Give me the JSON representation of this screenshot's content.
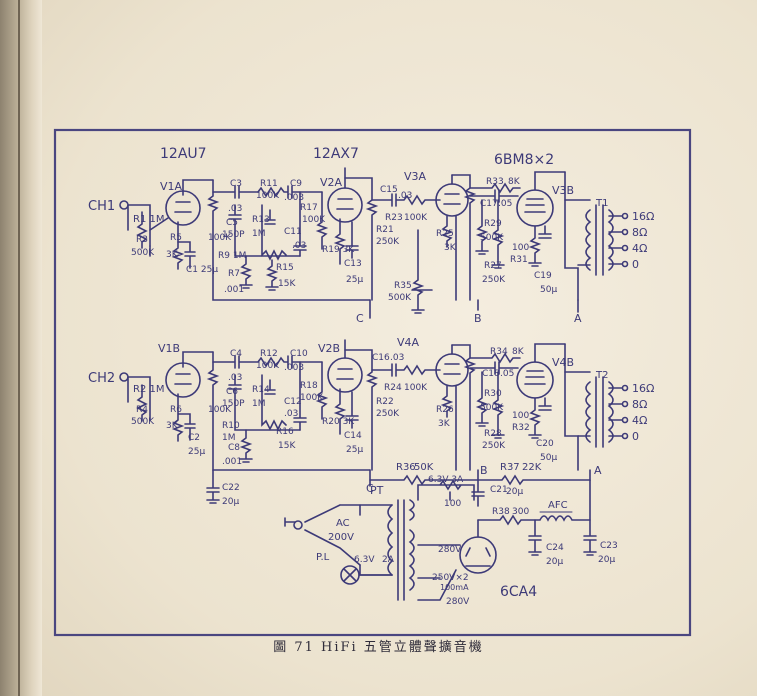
{
  "caption": "圖 71  HiFi 五管立體聲擴音機",
  "colors": {
    "ink": "#3d3a78",
    "paper": "#efe7d6",
    "border": "#4a4680"
  },
  "tubes": {
    "v1": "12AU7",
    "v2": "12AX7",
    "v3": "6BM8×2",
    "rect": "6CA4",
    "v1a": "V1A",
    "v1b": "V1B",
    "v2a": "V2A",
    "v2b": "V2B",
    "v3a": "V3A",
    "v3b": "V3B",
    "v4a": "V4A",
    "v4b": "V4B"
  },
  "inputs": {
    "ch1": "CH1",
    "ch2": "CH2"
  },
  "ch1": {
    "r1": "R1 1M",
    "r3": "R3",
    "r3v": "500K",
    "r5": "R5",
    "r5v": "3K",
    "c1": "C1 25μ",
    "c3": "C3",
    "c3v": ".03",
    "c5": "C5",
    "c5v": "150P",
    "r9": "R9 1M",
    "r7": "R7",
    "r7v": ".001",
    "r11": "R11",
    "r11v": "100K",
    "r13": "R13",
    "r13v": "1M",
    "r15": "R15",
    "r15v": "15K",
    "c9": "C9",
    "c9v": ".003",
    "c11": "C11",
    "c11v": ".03",
    "r17": "R17",
    "r17v": "100K",
    "r19": "R19 3K",
    "c13": "C13",
    "c13v": "25μ",
    "r21": "R21",
    "r21v": "250K",
    "rtop": "100K"
  },
  "ch2": {
    "r2": "R2 1M",
    "r4": "R4",
    "r4v": "500K",
    "r6": "R6",
    "r6v": "3K",
    "c2": "C2",
    "c2v": "25μ",
    "c4": "C4",
    "c4v": ".03",
    "c6": "C6",
    "c6v": "150P",
    "r10": "R10",
    "r10v": "1M",
    "c8": "C8",
    "c8v": ".001",
    "r12": "R12",
    "r12v": "100K",
    "r14": "R14",
    "r14v": "1M",
    "r16": "R16",
    "r16v": "15K",
    "c10": "C10",
    "c10v": ".003",
    "c12": "C12",
    "c12v": ".03",
    "r18": "R18",
    "r18v": "100K",
    "r20": "R20 3K",
    "c14": "C14",
    "c14v": "25μ",
    "r22": "R22",
    "r22v": "250K",
    "rtop": "100K"
  },
  "out1": {
    "c15": "C15",
    "c15v": ".03",
    "r23": "R23",
    "r23v": "100K",
    "r33": "R33",
    "r33v": "8K",
    "c17": "C17",
    "c17v": ".05",
    "r25": "R25",
    "r25v": "3K",
    "r27": "R27",
    "r27v": "250K",
    "r29": "R29",
    "r29v": "500K",
    "r31": "R31",
    "r31v": "100",
    "c19": "C19",
    "c19v": "50μ",
    "r35": "R35",
    "r35v": "500K",
    "t1": "T1"
  },
  "out2": {
    "c16": "C16",
    "c16v": ".03",
    "r24": "R24",
    "r24v": "100K",
    "r34": "R34",
    "r34v": "8K",
    "c18": "C18",
    "c18v": ".05",
    "r26": "R26",
    "r26v": "3K",
    "r28": "R28",
    "r28v": "250K",
    "r30": "R30",
    "r30v": "500K",
    "r32": "R32",
    "r32v": "100",
    "c20": "C20",
    "c20v": "50μ",
    "t2": "T2"
  },
  "taps": [
    "16Ω",
    "8Ω",
    "4Ω",
    "0"
  ],
  "nodes": {
    "a": "A",
    "b": "B",
    "c": "C"
  },
  "power": {
    "r36": "R36",
    "r36v": "50K",
    "r37": "R37",
    "r37v": "22K",
    "r38": "R38",
    "r38v": "300",
    "c21": "C21",
    "c21v": "20μ",
    "c22": "C22",
    "c22v": "20μ",
    "c23": "C23",
    "c23v": "20μ",
    "c24": "C24",
    "c24v": "20μ",
    "pt": "PT",
    "heater": "6.3V 3A",
    "hum": "100",
    "ac": "AC",
    "acv": "200V",
    "pl": "P.L",
    "plv1": "6.3V",
    "plv2": "2A",
    "hv": "280V",
    "hvct": "250V×2",
    "hvma": "100mA",
    "hv2": "280V",
    "afc": "AFC"
  }
}
